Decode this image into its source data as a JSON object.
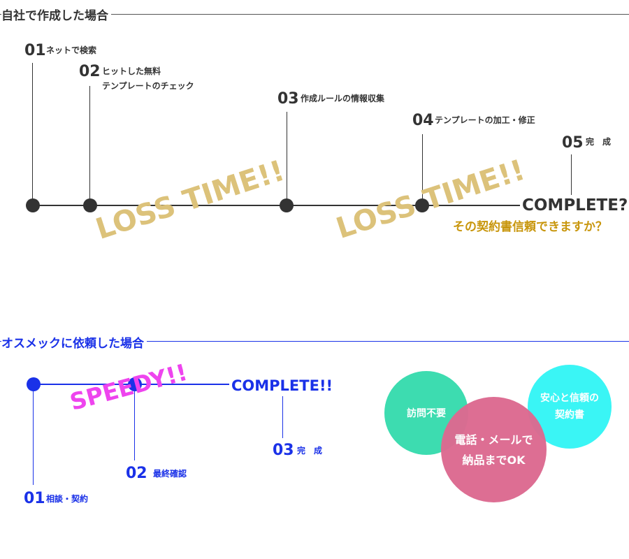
{
  "section1": {
    "title": "自社で作成した場合",
    "steps": [
      {
        "num": "01",
        "label": "ネットで検索"
      },
      {
        "num": "02",
        "label_line1": "ヒットした無料",
        "label_line2": "テンプレートのチェック"
      },
      {
        "num": "03",
        "label": "作成ルールの情報収集"
      },
      {
        "num": "04",
        "label": "テンプレートの加工・修正"
      },
      {
        "num": "05",
        "label": "完　成"
      }
    ],
    "complete": "COMPLETE?",
    "question": "その契約書信頼できますか？",
    "loss_time_1": "LOSS TIME!!",
    "loss_time_2": "LOSS TIME!!"
  },
  "section2": {
    "title": "オスメックに依頼した場合",
    "steps": [
      {
        "num": "01",
        "label": "相談・契約"
      },
      {
        "num": "02",
        "label": "最終確認"
      },
      {
        "num": "03",
        "label": "完　成"
      }
    ],
    "complete": "COMPLETE!!",
    "speedy": "SPEEDY!!"
  },
  "venn": {
    "left": "訪問不要",
    "right_line1": "安心と信頼の",
    "right_line2": "契約書",
    "center_line1": "電話・メールで",
    "center_line2": "納品までOK"
  },
  "colors": {
    "dark": "#333333",
    "gold": "#c8960c",
    "stamp_gold": "#dcc27a",
    "blue": "#1a31e8",
    "magenta": "#ee44ee",
    "venn_green": "#3ddcb0",
    "venn_cyan": "#3af5f5",
    "venn_pink": "#dc6a90"
  }
}
